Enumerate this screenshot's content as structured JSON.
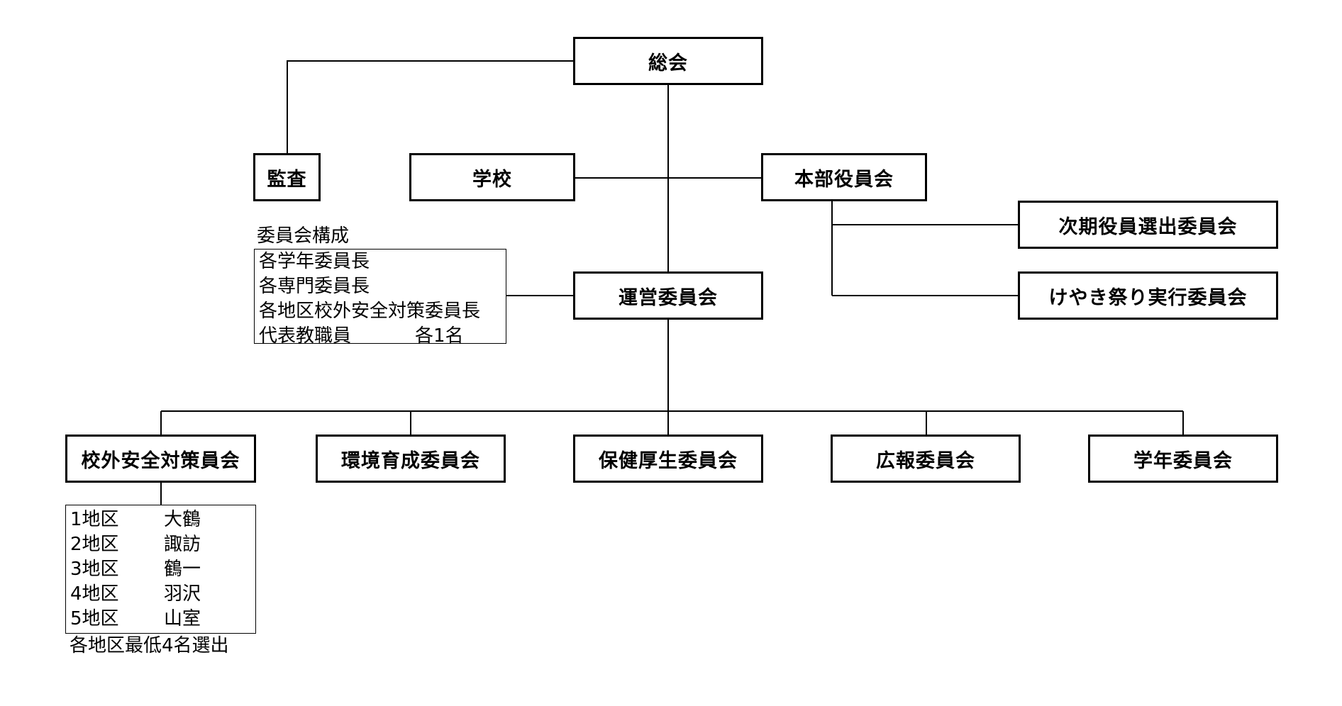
{
  "nodes": {
    "general_assembly": "総会",
    "audit": "監査",
    "school": "学校",
    "exec_board": "本部役員会",
    "next_election_committee": "次期役員選出委員会",
    "keyaki_festival_committee": "けやき祭り実行委員会",
    "steering_committee": "運営委員会",
    "safety_committee": "校外安全対策員会",
    "environment_committee": "環境育成委員会",
    "health_committee": "保健厚生委員会",
    "pr_committee": "広報委員会",
    "grade_committee": "学年委員会"
  },
  "composition": {
    "title": "委員会構成",
    "items": [
      "各学年委員長",
      "各専門委員長",
      "各地区校外安全対策委員長"
    ],
    "last_item": "代表教職員",
    "last_item_note": "各1名"
  },
  "districts": {
    "items": [
      {
        "district": "1地区",
        "name": "大鶴"
      },
      {
        "district": "2地区",
        "name": "諏訪"
      },
      {
        "district": "3地区",
        "name": "鶴一"
      },
      {
        "district": "4地区",
        "name": "羽沢"
      },
      {
        "district": "5地区",
        "name": "山室"
      }
    ],
    "note": "各地区最低4名選出"
  }
}
